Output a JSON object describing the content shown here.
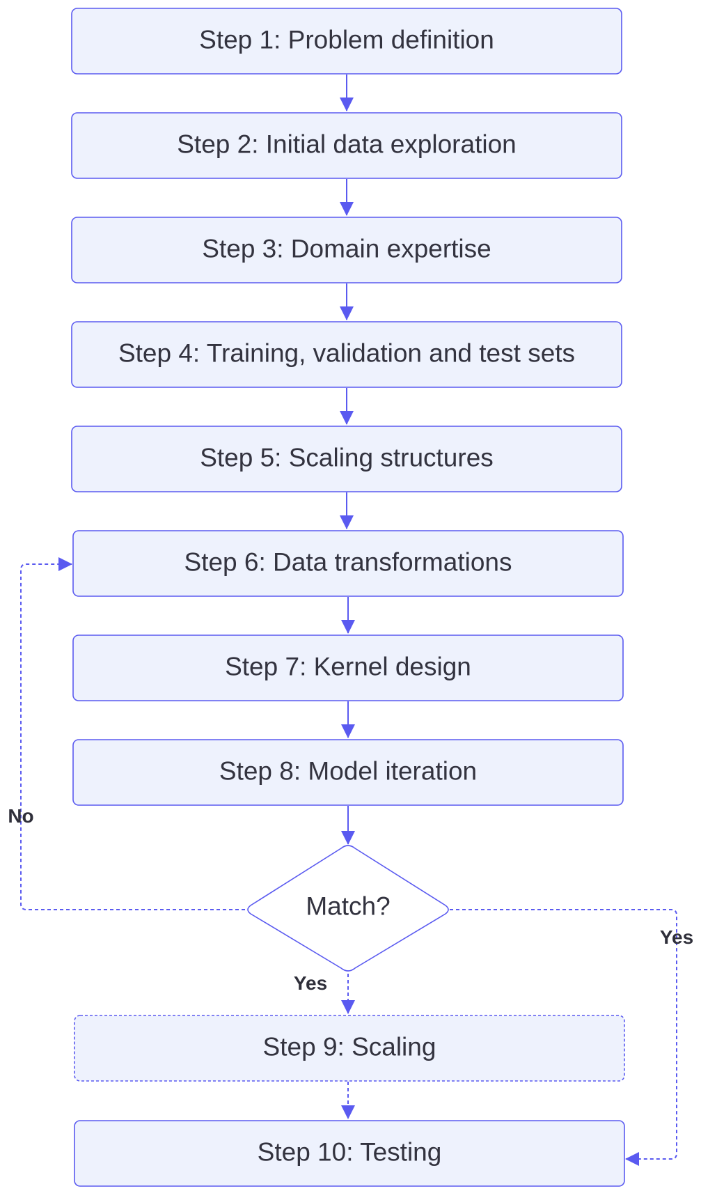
{
  "flowchart": {
    "steps": [
      "Step 1: Problem definition",
      "Step 2: Initial data exploration",
      "Step 3: Domain expertise",
      "Step 4: Training, validation and test sets",
      "Step 5: Scaling structures",
      "Step 6: Data transformations",
      "Step 7: Kernel design",
      "Step 8: Model iteration",
      "Step 9: Scaling",
      "Step 10: Testing"
    ],
    "decision": "Match?",
    "labels": {
      "no": "No",
      "yes_down": "Yes",
      "yes_right": "Yes"
    }
  },
  "colors": {
    "node_fill": "#eef2fd",
    "node_stroke": "#5a5af0",
    "edge": "#5a5af0",
    "text": "#33333f"
  }
}
